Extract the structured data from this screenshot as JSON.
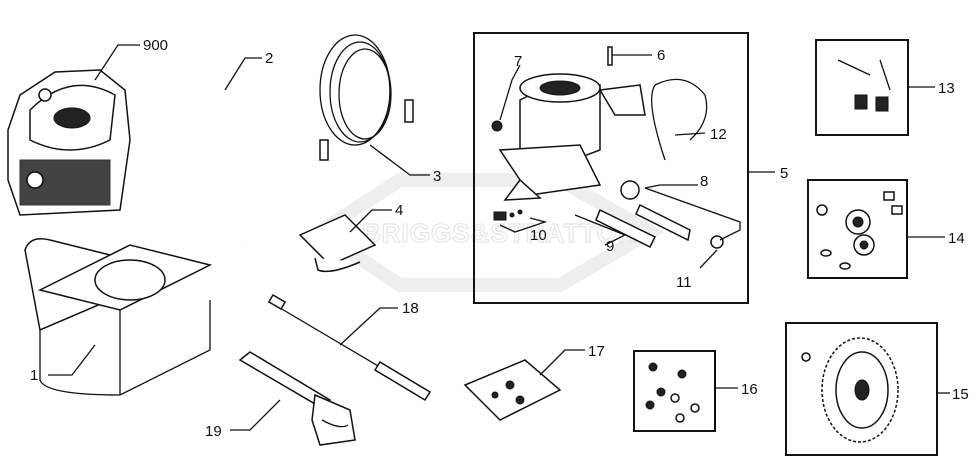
{
  "diagram": {
    "watermark": "BRIGGS&STRATTON",
    "callouts": {
      "c900": "900",
      "c1": "1",
      "c2": "2",
      "c3": "3",
      "c4": "4",
      "c5": "5",
      "c6": "6",
      "c7": "7",
      "c8": "8",
      "c9": "9",
      "c10": "10",
      "c11": "11",
      "c12": "12",
      "c13": "13",
      "c14": "14",
      "c15": "15",
      "c16": "16",
      "c17": "17",
      "c18": "18",
      "c19": "19"
    }
  }
}
